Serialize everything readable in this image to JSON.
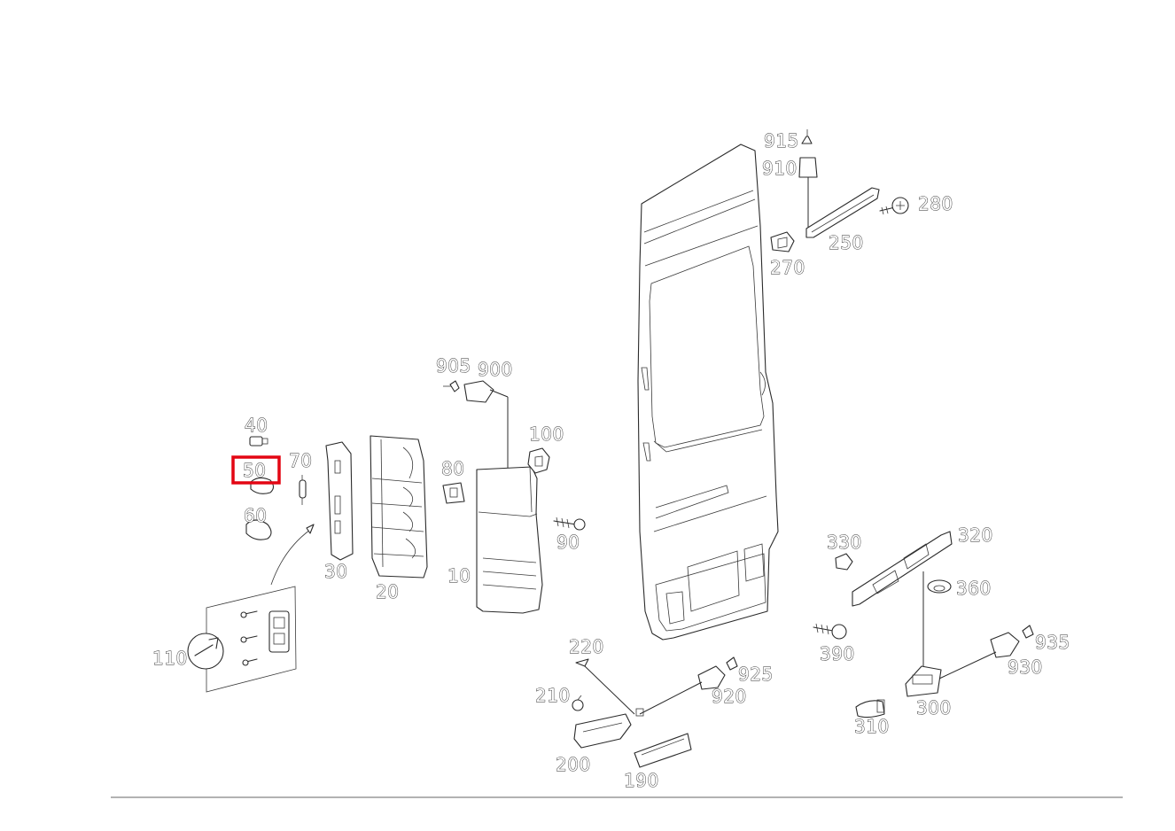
{
  "diagram": {
    "highlight_color": "#e30613",
    "selected_part": "50",
    "parts": {
      "p10": "10",
      "p20": "20",
      "p30": "30",
      "p40": "40",
      "p50": "50",
      "p60": "60",
      "p70": "70",
      "p80": "80",
      "p90": "90",
      "p100": "100",
      "p110": "110",
      "p190": "190",
      "p200": "200",
      "p210": "210",
      "p220": "220",
      "p250": "250",
      "p270": "270",
      "p280": "280",
      "p300": "300",
      "p310": "310",
      "p320": "320",
      "p330": "330",
      "p360": "360",
      "p390": "390",
      "p900": "900",
      "p905": "905",
      "p910": "910",
      "p915": "915",
      "p920": "920",
      "p925": "925",
      "p930": "930",
      "p935": "935"
    }
  }
}
